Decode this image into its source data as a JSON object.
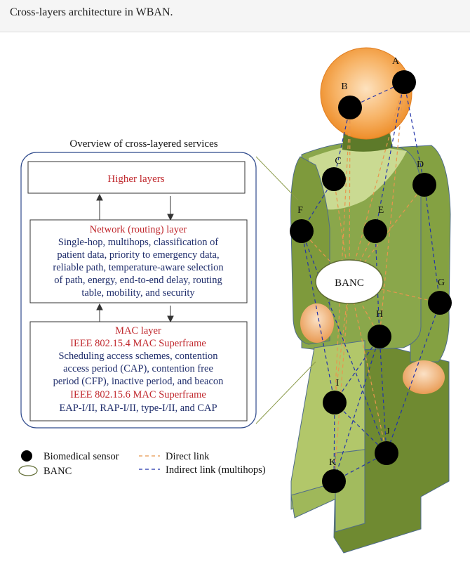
{
  "caption": "Cross-layers architecture in WBAN.",
  "overview_title": "Overview of cross-layered services",
  "higher_layers": "Higher layers",
  "network": {
    "title": "Network (routing) layer",
    "lines": [
      "Single-hop, multihops, classification of",
      "patient data, priority to emergency data,",
      "reliable path, temperature-aware selection",
      "of path, energy, end-to-end delay, routing",
      "table, mobility, and security"
    ]
  },
  "mac": {
    "title": "MAC layer",
    "sub1": "IEEE 802.15.4 MAC Superframe",
    "lines1": [
      "Scheduling access schemes, contention",
      "access period (CAP), contention free",
      "period (CFP), inactive period, and beacon"
    ],
    "sub2": "IEEE 802.15.6 MAC Superframe",
    "line2": "EAP-I/II, RAP-I/II, type-I/II, and CAP"
  },
  "banc_label": "BANC",
  "sensors": [
    "A",
    "B",
    "C",
    "D",
    "E",
    "F",
    "G",
    "H",
    "I",
    "J",
    "K"
  ],
  "legend": {
    "sensor": "Biomedical sensor",
    "banc": "BANC",
    "direct": "Direct link",
    "indirect": "Indirect link (multihops)"
  },
  "colors": {
    "red_text": "#c0282d",
    "blue_text": "#1f2d6b",
    "direct_link": "#e8964e",
    "indirect_link": "#2233aa",
    "body_dark": "#7e9a3c",
    "body_light": "#a9bf63",
    "head": "#f5a23c",
    "overview_border": "#2f4a8c"
  }
}
